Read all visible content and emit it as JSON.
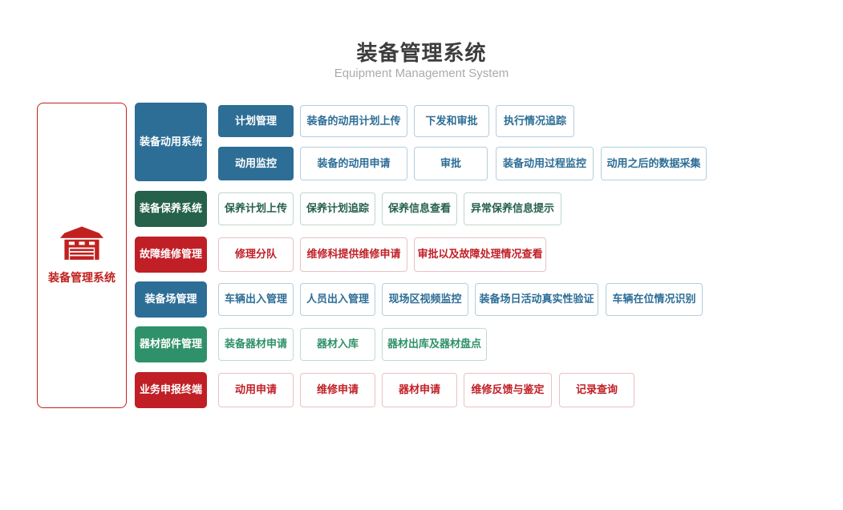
{
  "header": {
    "title": "装备管理系统",
    "subtitle": "Equipment Management System"
  },
  "root": {
    "label": "装备管理系统",
    "icon": "warehouse-icon"
  },
  "colors": {
    "blue": "#2d6e96",
    "dark_green": "#26614b",
    "green": "#2f9169",
    "red": "#c01f26",
    "root_red": "#c0211f",
    "title_gray": "#3d3d3d",
    "subtitle_gray": "#ababab"
  },
  "categories": [
    {
      "label": "装备动用系统",
      "color": "blue"
    },
    {
      "label": "装备保养系统",
      "color": "dark_green"
    },
    {
      "label": "故障维修管理",
      "color": "red"
    },
    {
      "label": "装备场管理",
      "color": "blue"
    },
    {
      "label": "器材部件管理",
      "color": "green"
    },
    {
      "label": "业务申报终端",
      "color": "red"
    }
  ],
  "rows": [
    {
      "category": "装备动用系统",
      "items": [
        "计划管理",
        "装备的动用计划上传",
        "下发和审批",
        "执行情况追踪"
      ]
    },
    {
      "category": "装备动用系统",
      "items": [
        "动用监控",
        "装备的动用申请",
        "审批",
        "装备动用过程监控",
        "动用之后的数据采集"
      ]
    },
    {
      "category": "装备保养系统",
      "items": [
        "保养计划上传",
        "保养计划追踪",
        "保养信息查看",
        "异常保养信息提示"
      ]
    },
    {
      "category": "故障维修管理",
      "items": [
        "修理分队",
        "维修科提供维修申请",
        "审批以及故障处理情况查看"
      ]
    },
    {
      "category": "装备场管理",
      "items": [
        "车辆出入管理",
        "人员出入管理",
        "现场区视频监控",
        "装备场日活动真实性验证",
        "车辆在位情况识别"
      ]
    },
    {
      "category": "器材部件管理",
      "items": [
        "装备器材申请",
        "器材入库",
        "器材出库及器材盘点"
      ]
    },
    {
      "category": "业务申报终端",
      "items": [
        "动用申请",
        "维修申请",
        "器材申请",
        "维修反馈与鉴定",
        "记录查询"
      ]
    }
  ]
}
